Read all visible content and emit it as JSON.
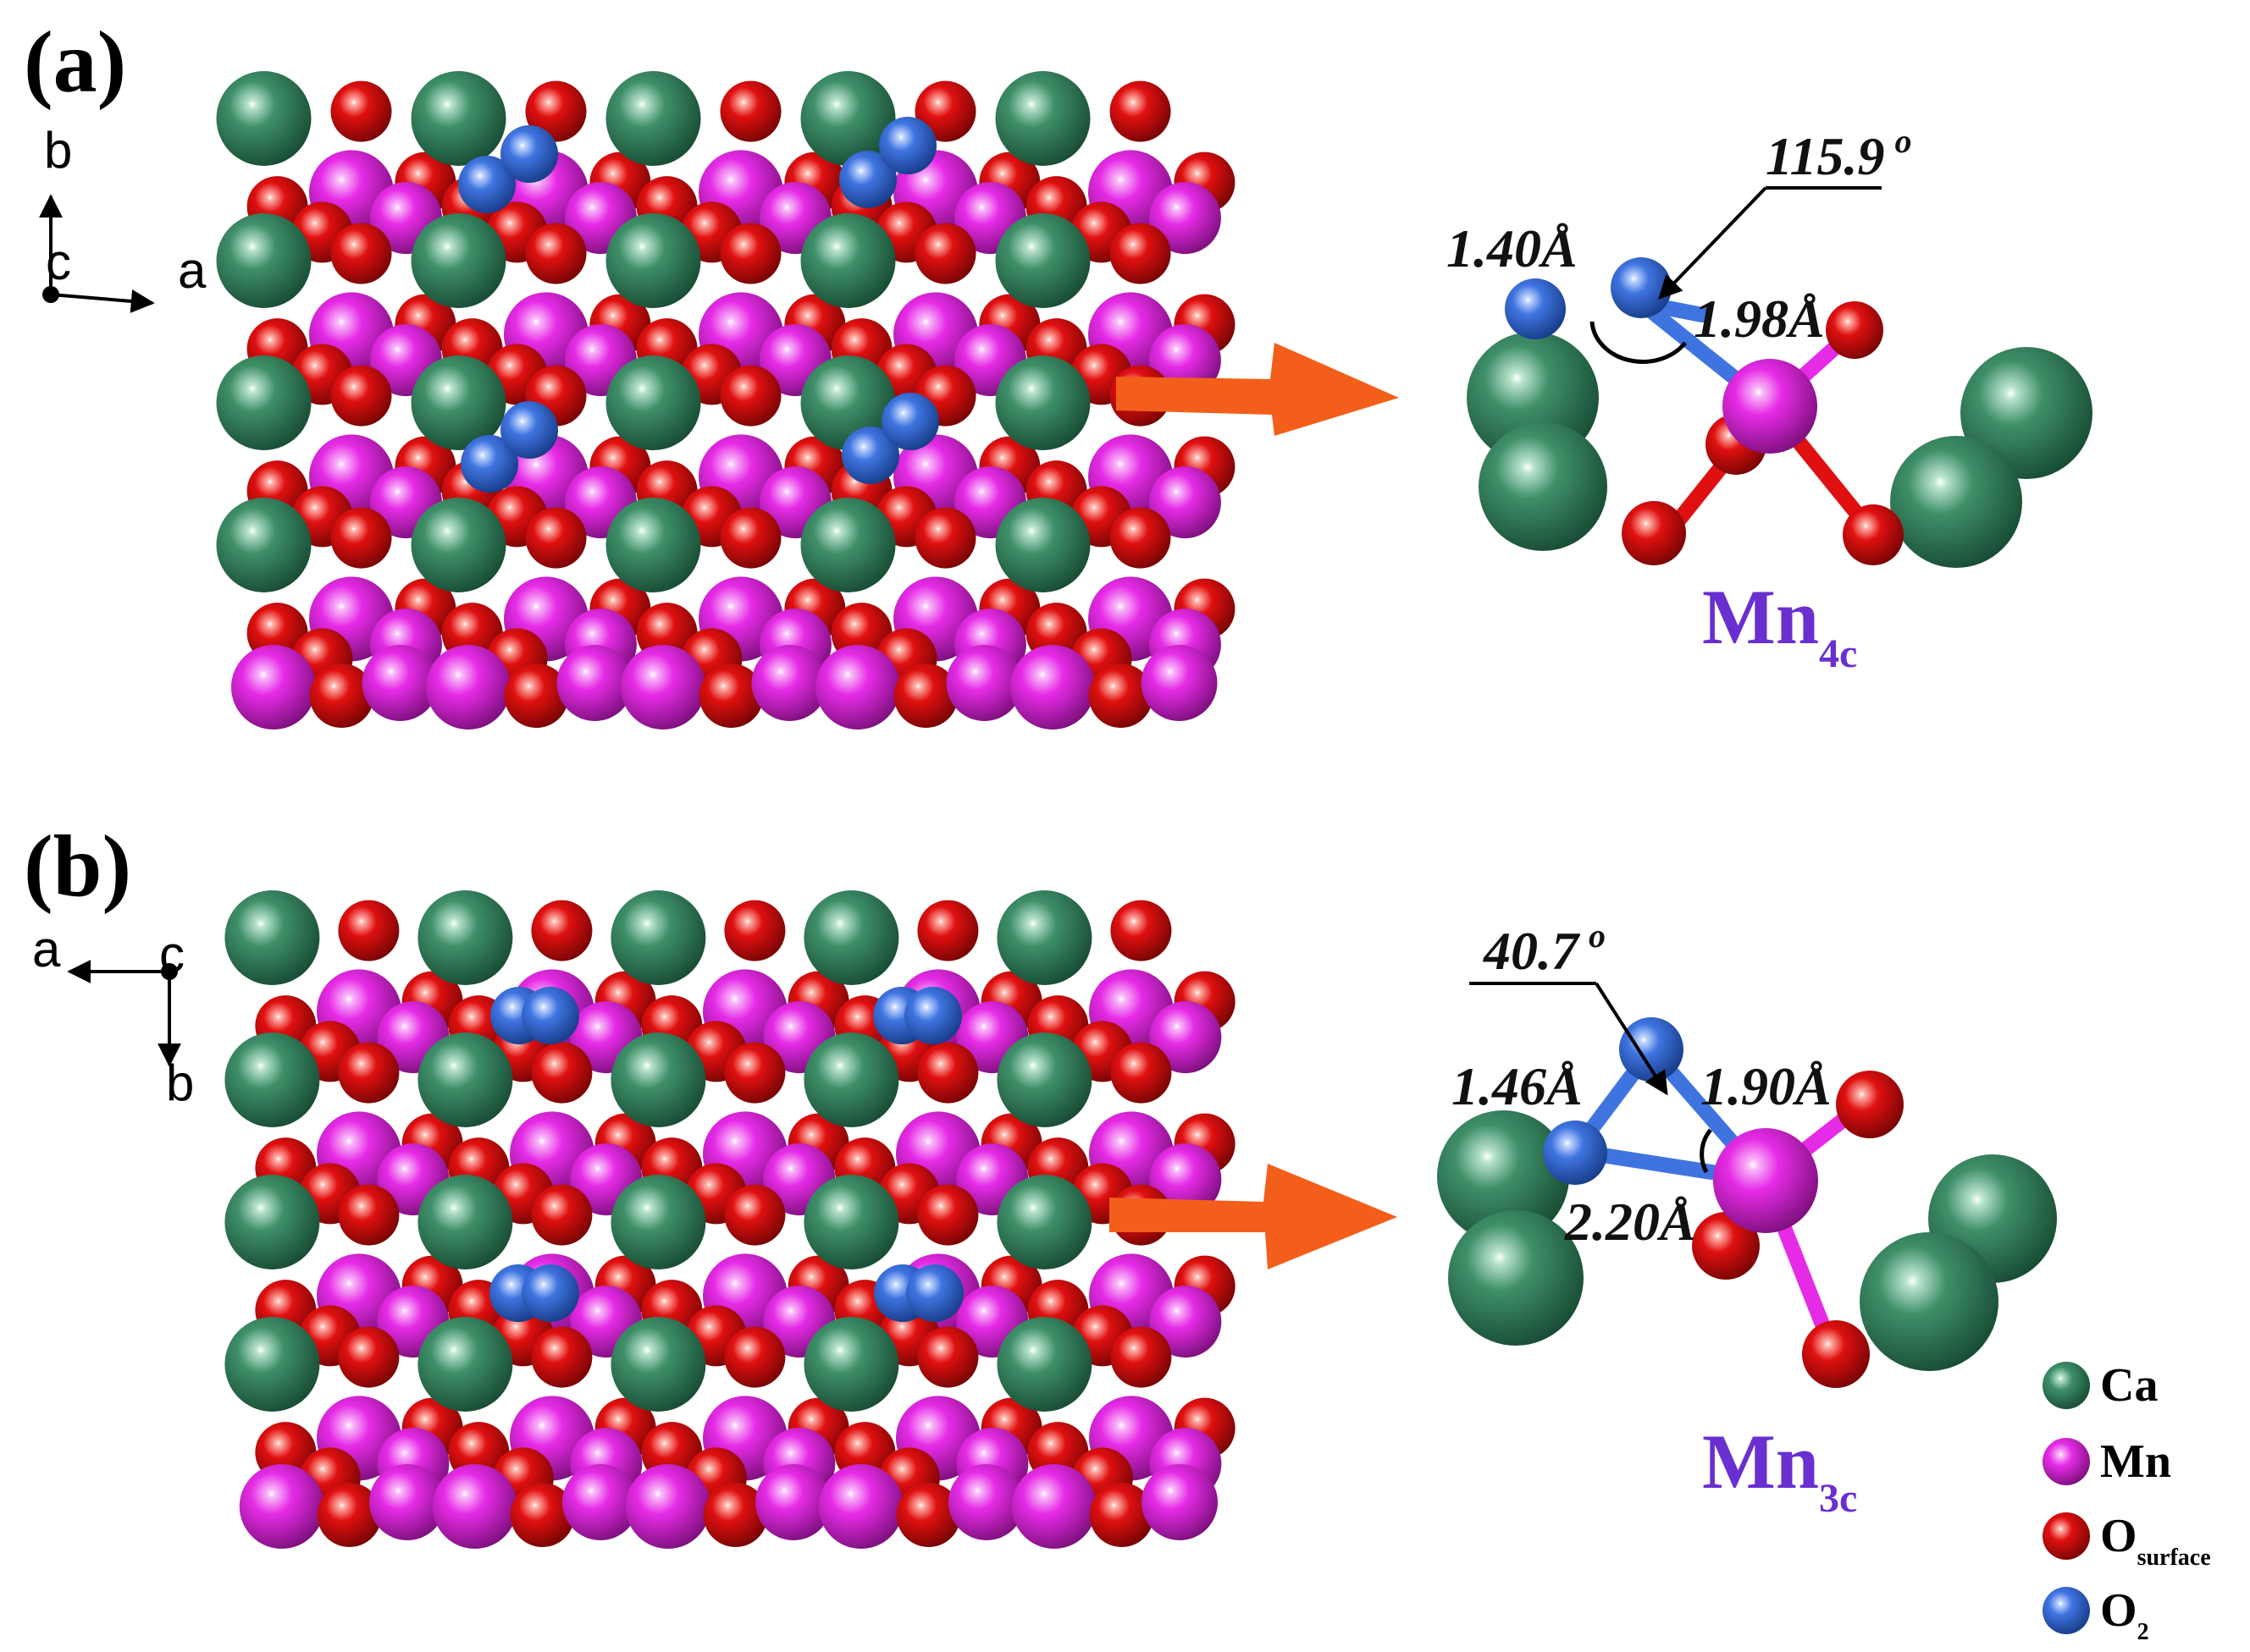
{
  "colors": {
    "Ca": "#3e8f68",
    "Mn": "#e62be6",
    "O_surface": "#e01010",
    "O2": "#3f74e0",
    "arrow": "#f35f1a",
    "site_label": "#6a2fd0"
  },
  "panels": [
    {
      "label": "(a)",
      "axes": {
        "vertical": "b",
        "horizontal": "a",
        "out": "c"
      },
      "measurements": {
        "angle": "115.9",
        "angle_unit": "o",
        "bond_o_o": "1.40Å",
        "bond_mn_o": "1.98Å"
      },
      "site": {
        "main": "Mn",
        "sub": "4c"
      }
    },
    {
      "label": "(b)",
      "axes": {
        "vertical": "b",
        "horizontal": "a",
        "out": "c"
      },
      "measurements": {
        "angle": "40.7",
        "angle_unit": "o",
        "bond_o_o": "1.46Å",
        "bond_mn_o1": "1.90Å",
        "bond_mn_o2": "2.20Å"
      },
      "site": {
        "main": "Mn",
        "sub": "3c"
      }
    }
  ],
  "legend": [
    {
      "main": "Ca",
      "sub": "",
      "atom": "Ca"
    },
    {
      "main": "Mn",
      "sub": "",
      "atom": "Mn"
    },
    {
      "main": "O",
      "sub": "surface",
      "atom": "O_surface"
    },
    {
      "main": "O",
      "sub": "2",
      "atom": "O2"
    }
  ]
}
